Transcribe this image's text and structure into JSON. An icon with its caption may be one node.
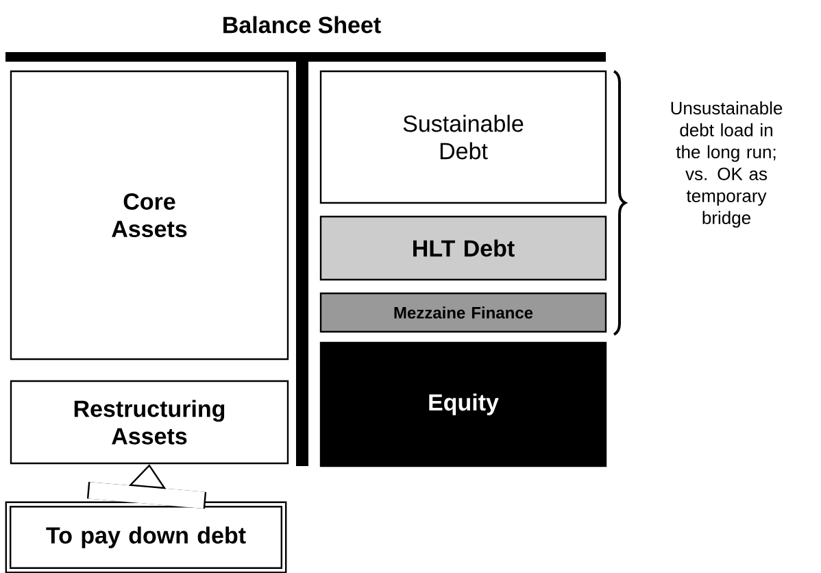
{
  "diagram": {
    "title": "Balance Sheet",
    "nodes": [
      {
        "text": [
          "Core Assets"
        ]
      },
      {
        "text": [
          "Restructuring Assets"
        ]
      },
      {
        "text": [
          "Sustainable Debt"
        ]
      },
      {
        "text": [
          "HLT Debt"
        ]
      },
      {
        "text": [
          "Mezzaine Finance"
        ]
      },
      {
        "text": [
          "Equity"
        ]
      },
      {
        "text": [
          "To pay down debt"
        ]
      }
    ],
    "edges": [
      {
        "from": 6,
        "to": 1,
        "arrow": "to"
      }
    ],
    "labels": [
      "Unsustainable debt load in the long run; vs. OK as temporary bridge"
    ]
  }
}
